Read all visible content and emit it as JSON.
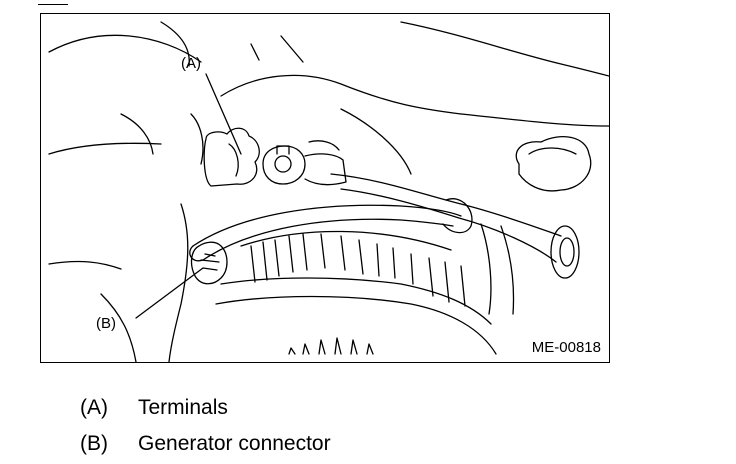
{
  "figure": {
    "code": "ME-00818",
    "callouts": [
      {
        "key": "(A)"
      },
      {
        "key": "(B)"
      }
    ]
  },
  "legend": [
    {
      "key": "(A)",
      "text": "Terminals"
    },
    {
      "key": "(B)",
      "text": "Generator connector"
    }
  ],
  "colors": {
    "ink": "#000000",
    "paper": "#ffffff"
  }
}
